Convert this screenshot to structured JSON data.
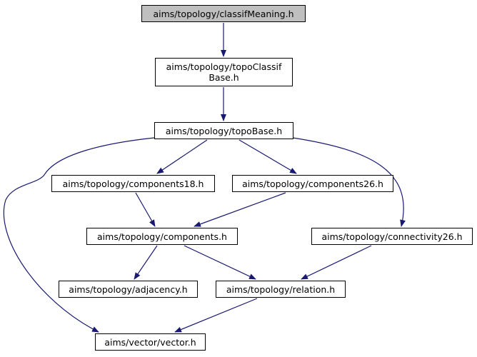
{
  "graph": {
    "edge_color": "#191970",
    "current_fill": "#bfbfbf",
    "nodes": {
      "classifMeaning": {
        "label": "aims/topology/classifMeaning.h"
      },
      "topoClassifBase": {
        "label": "aims/topology/topoClassif\nBase.h"
      },
      "topoBase": {
        "label": "aims/topology/topoBase.h"
      },
      "components18": {
        "label": "aims/topology/components18.h"
      },
      "components26": {
        "label": "aims/topology/components26.h"
      },
      "components": {
        "label": "aims/topology/components.h"
      },
      "connectivity26": {
        "label": "aims/topology/connectivity26.h"
      },
      "adjacency": {
        "label": "aims/topology/adjacency.h"
      },
      "relation": {
        "label": "aims/topology/relation.h"
      },
      "vector": {
        "label": "aims/vector/vector.h"
      }
    },
    "edges": [
      {
        "from": "classifMeaning",
        "to": "topoClassifBase"
      },
      {
        "from": "topoClassifBase",
        "to": "topoBase"
      },
      {
        "from": "topoBase",
        "to": "components18"
      },
      {
        "from": "topoBase",
        "to": "components26"
      },
      {
        "from": "topoBase",
        "to": "connectivity26"
      },
      {
        "from": "topoBase",
        "to": "vector"
      },
      {
        "from": "components18",
        "to": "components"
      },
      {
        "from": "components26",
        "to": "components"
      },
      {
        "from": "components",
        "to": "adjacency"
      },
      {
        "from": "components",
        "to": "relation"
      },
      {
        "from": "connectivity26",
        "to": "relation"
      },
      {
        "from": "relation",
        "to": "vector"
      }
    ]
  }
}
